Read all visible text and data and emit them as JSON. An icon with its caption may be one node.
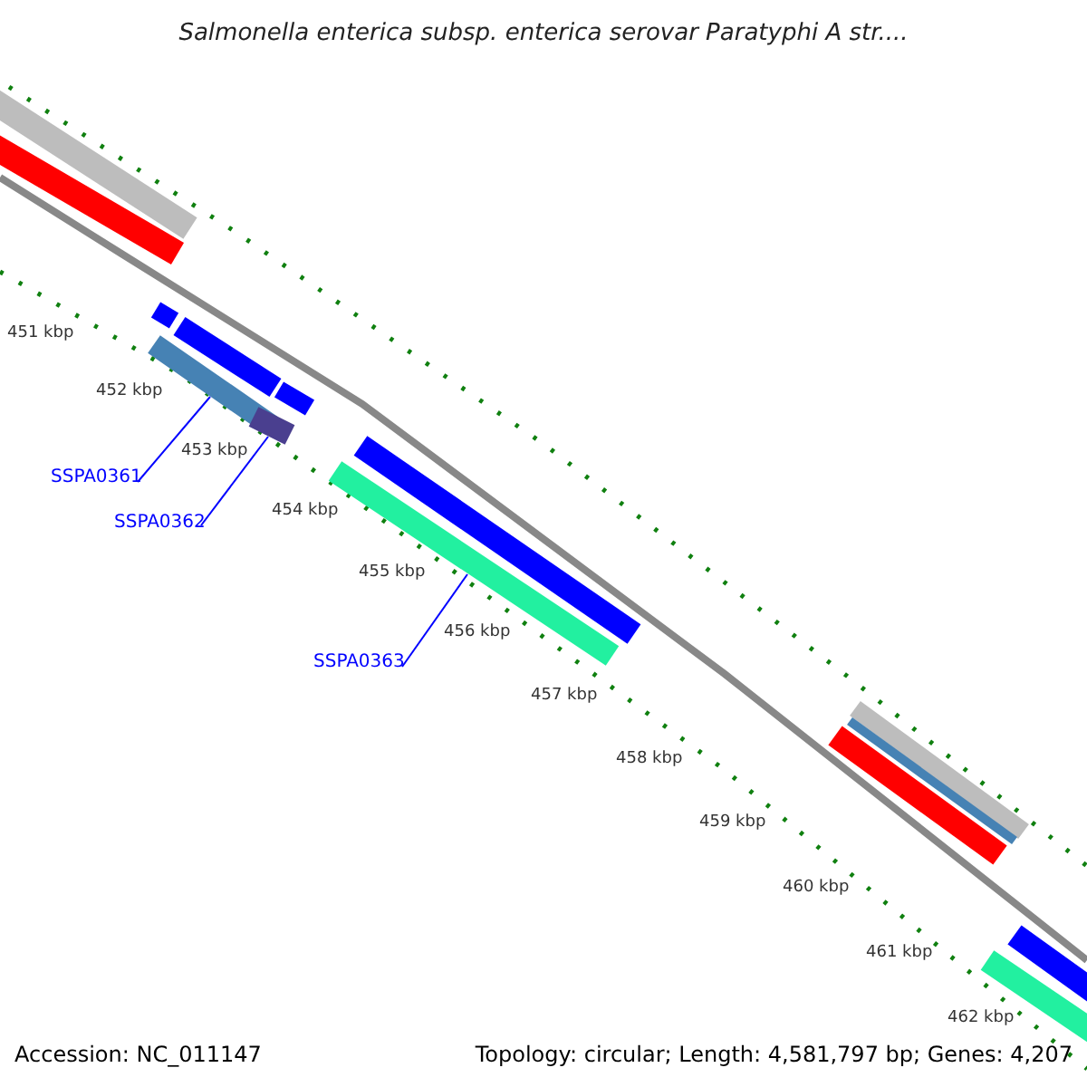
{
  "diagram": {
    "title": "Salmonella enterica subsp. enterica serovar Paratyphi A str....",
    "nodes": [
      {
        "text": [
          "SSPA0361"
        ]
      },
      {
        "text": [],
        "shape": "bar"
      },
      {
        "text": [
          "SSPA0362"
        ]
      },
      {
        "text": [],
        "shape": "bar"
      },
      {
        "text": [
          "SSPA0363"
        ]
      },
      {
        "text": [],
        "shape": "bar"
      }
    ],
    "edges": [
      {
        "from": 0,
        "to": 1,
        "arrow": "none"
      },
      {
        "from": 2,
        "to": 3,
        "arrow": "none"
      },
      {
        "from": 4,
        "to": 5,
        "arrow": "none"
      }
    ],
    "labels": [
      "451 kbp",
      "452 kbp",
      "453 kbp",
      "454 kbp",
      "455 kbp",
      "456 kbp",
      "457 kbp",
      "458 kbp",
      "459 kbp",
      "460 kbp",
      "461 kbp",
      "462 kbp",
      "Accession: NC_011147",
      "Topology: circular; Length: 4,581,797 bp; Genes: 4,207"
    ]
  }
}
